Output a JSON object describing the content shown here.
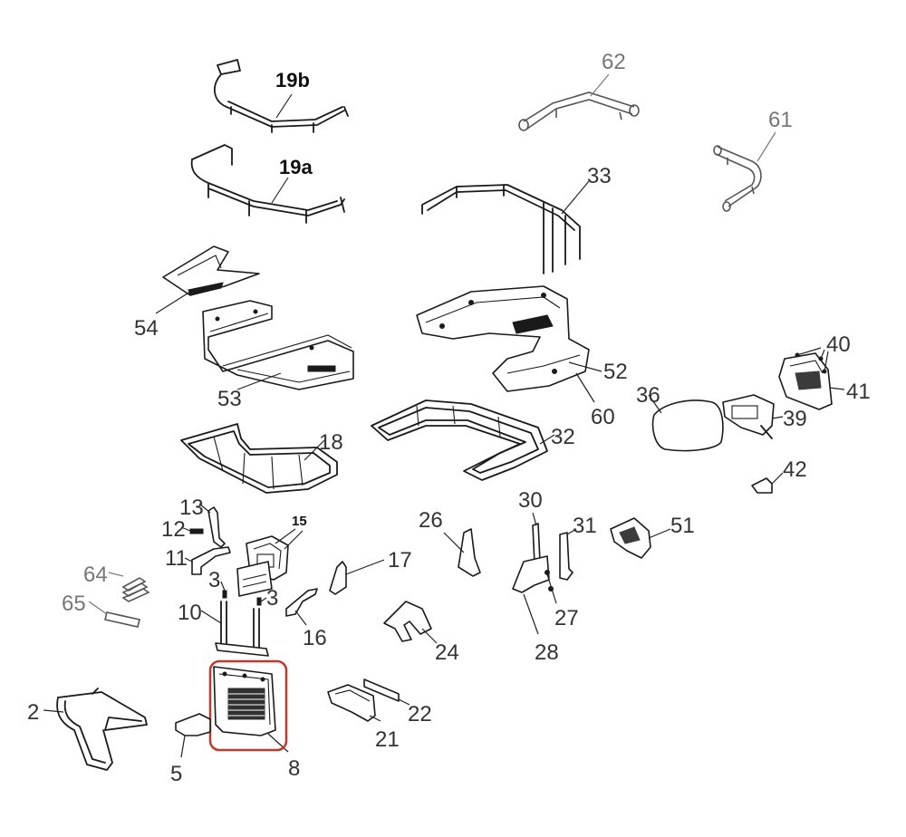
{
  "labels": {
    "p19b": "19b",
    "p19a": "19a",
    "p62": "62",
    "p61": "61",
    "p33": "33",
    "p54": "54",
    "p53": "53",
    "p52": "52",
    "p60": "60",
    "p40": "40",
    "p41": "41",
    "p36": "36",
    "p39": "39",
    "p18": "18",
    "p32": "32",
    "p42": "42",
    "p13": "13",
    "p15": "15",
    "p12": "12",
    "p11": "11",
    "p17": "17",
    "p26": "26",
    "p30": "30",
    "p31": "31",
    "p51": "51",
    "p64": "64",
    "p65": "65",
    "p3a": "3",
    "p3b": "3",
    "p10": "10",
    "p16": "16",
    "p24": "24",
    "p27": "27",
    "p28": "28",
    "p2": "2",
    "p5": "5",
    "p8": "8",
    "p21": "21",
    "p22": "22"
  },
  "highlight": {
    "target": "8",
    "color": "#c0392b"
  }
}
